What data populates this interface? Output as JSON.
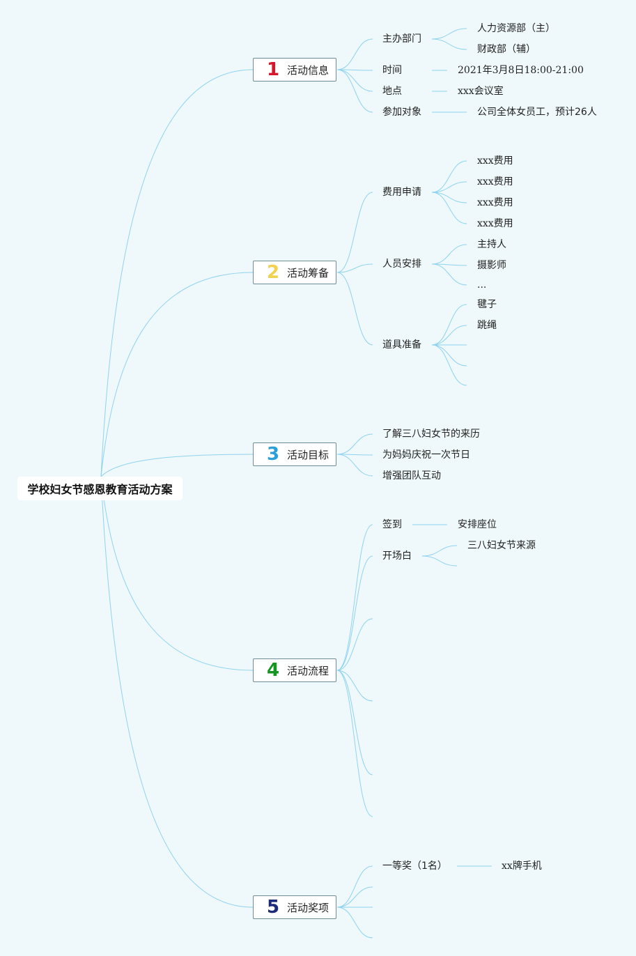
{
  "title": "学校妇女节感恩教育活动方案",
  "colors": {
    "background": "#eff8fb",
    "line": "#8fd3ef",
    "num1": "#d6172b",
    "num2": "#f2d24a",
    "num3": "#2a9fd8",
    "num4": "#15951f",
    "num5": "#1d2a7a"
  },
  "branches": [
    {
      "num": "1",
      "label": "活动信息",
      "children": [
        {
          "label": "主办部门",
          "children": [
            "人力资源部（主）",
            "财政部（辅）"
          ]
        },
        {
          "label": "时间",
          "children": [
            "2021年3月8日18:00-21:00"
          ]
        },
        {
          "label": "地点",
          "children": [
            "xxx会议室"
          ]
        },
        {
          "label": "参加对象",
          "children": [
            "公司全体女员工，预计26人"
          ]
        }
      ]
    },
    {
      "num": "2",
      "label": "活动筹备",
      "children": [
        {
          "label": "费用申请",
          "children": [
            "xxx费用",
            "xxx费用",
            "xxx费用",
            "xxx费用"
          ]
        },
        {
          "label": "人员安排",
          "children": [
            "主持人",
            "摄影师",
            "..."
          ]
        },
        {
          "label": "道具准备",
          "children": [
            "毽子",
            "跳绳",
            "",
            "",
            ""
          ]
        }
      ]
    },
    {
      "num": "3",
      "label": "活动目标",
      "children": [
        {
          "label": "了解三八妇女节的来历",
          "children": []
        },
        {
          "label": "为妈妈庆祝一次节日",
          "children": []
        },
        {
          "label": "增强团队互动",
          "children": []
        }
      ]
    },
    {
      "num": "4",
      "label": "活动流程",
      "children": [
        {
          "label": "签到",
          "children": [
            "安排座位"
          ]
        },
        {
          "label": "开场白",
          "children": [
            "三八妇女节来源",
            ""
          ]
        },
        {
          "label": "",
          "children": []
        },
        {
          "label": "",
          "children": []
        },
        {
          "label": "",
          "children": []
        },
        {
          "label": "",
          "children": []
        }
      ]
    },
    {
      "num": "5",
      "label": "活动奖项",
      "children": [
        {
          "label": "一等奖（1名）",
          "children": [
            "xx牌手机"
          ]
        },
        {
          "label": "",
          "children": []
        },
        {
          "label": "",
          "children": []
        },
        {
          "label": "",
          "children": []
        }
      ]
    }
  ]
}
